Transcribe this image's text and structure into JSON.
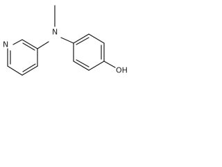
{
  "molecule": {
    "atoms": {
      "pyridine_nitrogen": "N",
      "amine_nitrogen": "N",
      "hydroxyl": "OH"
    },
    "colors": {
      "bond": "#1a1a1a",
      "text": "#1a1a1a",
      "background": "#ffffff"
    }
  }
}
